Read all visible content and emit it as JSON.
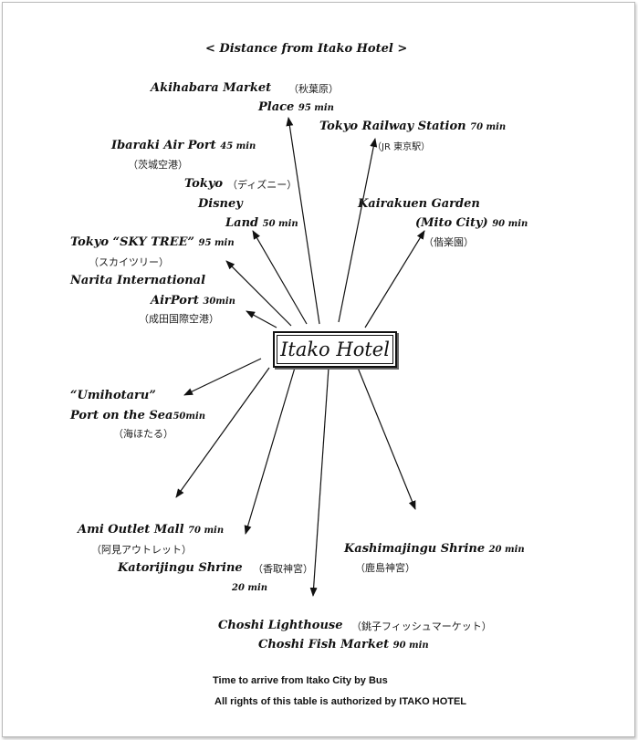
{
  "title": "< Distance from Itako Hotel >",
  "hub": "Itako Hotel",
  "destinations": {
    "akihabara": {
      "name1": "Akihabara Market",
      "jp": "（秋葉原）",
      "name2": "Place",
      "time": "95 min"
    },
    "tokyo_station": {
      "name": "Tokyo Railway Station",
      "time": "70 min",
      "jp": "（JR 東京駅）"
    },
    "ibaraki_airport": {
      "name": "Ibaraki Air Port",
      "time": "45 min",
      "jp": "（茨城空港）"
    },
    "disney": {
      "name1": "Tokyo",
      "jp": "（ディズニー）",
      "name2": "Disney",
      "name3": "Land",
      "time": "50 min"
    },
    "kairakuen": {
      "name1": "Kairakuen Garden",
      "name2": "(Mito City)",
      "time": "90 min",
      "jp": "（偕楽園）"
    },
    "skytree": {
      "name": "Tokyo “SKY TREE”",
      "time": "95 min",
      "jp": "（スカイツリー）"
    },
    "narita": {
      "name1": "Narita International",
      "name2": "AirPort",
      "time": "30min",
      "jp": "（成田国際空港）"
    },
    "umihotaru": {
      "name1": "“Umihotaru”",
      "name2": "Port on the Sea",
      "time": "50min",
      "jp": "（海ほたる）"
    },
    "ami": {
      "name": "Ami Outlet Mall",
      "time": "70 min",
      "jp": "（阿見アウトレット）"
    },
    "katori": {
      "name": "Katorijingu Shrine",
      "jp": "（香取神宮）",
      "time": "20 min"
    },
    "kashima": {
      "name": "Kashimajingu Shrine",
      "time": "20 min",
      "jp": "（鹿島神宮）"
    },
    "choshi": {
      "name1": "Choshi Lighthouse",
      "jp": "（銚子フィッシュマーケット）",
      "name2": "Choshi Fish Market",
      "time": "90 min"
    }
  },
  "footer": {
    "line1": "Time to arrive from Itako City by Bus",
    "line2": "All rights of this table is authorized by ITAKO HOTEL"
  }
}
